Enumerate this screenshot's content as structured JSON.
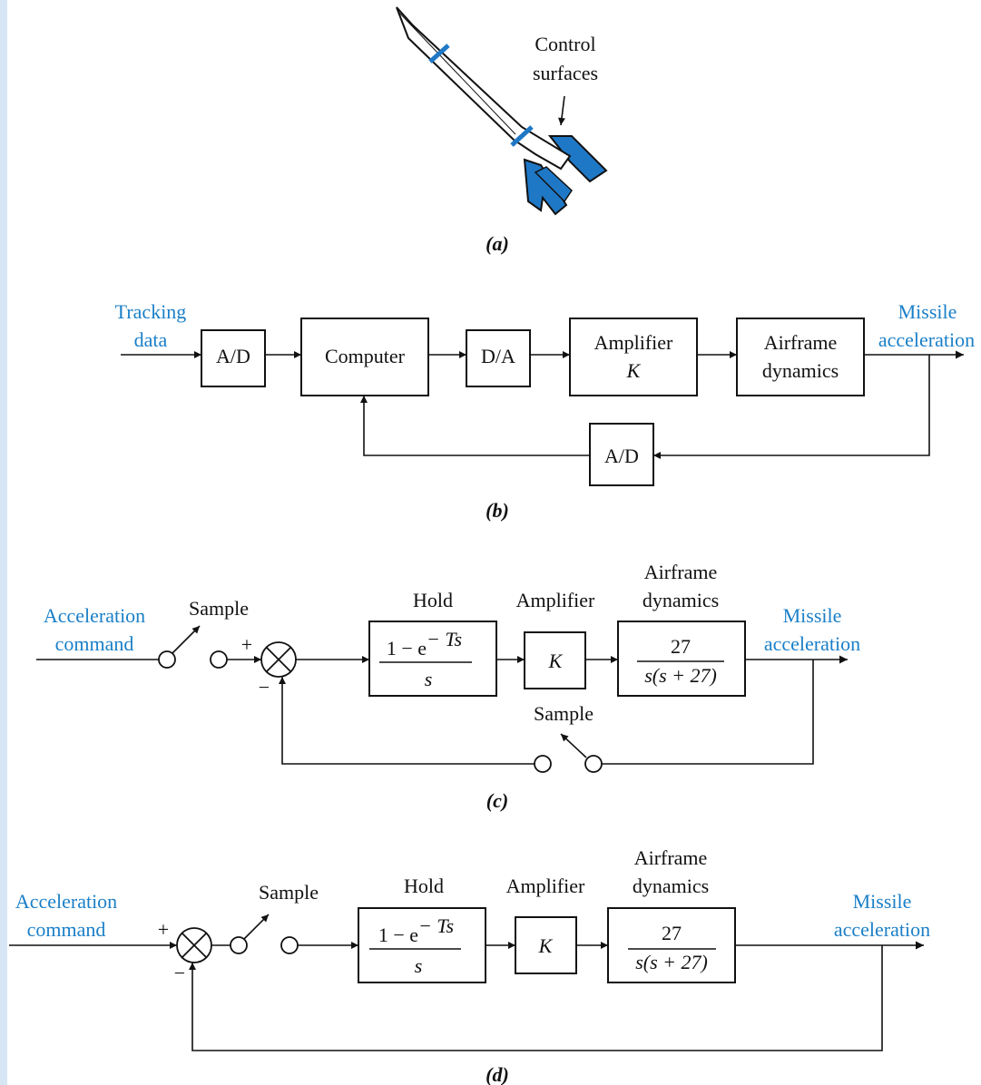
{
  "colors": {
    "accent": "#1a7fc8",
    "sidebar": "#d6e6f5",
    "ink": "#111111"
  },
  "a": {
    "label_line1": "Control",
    "label_line2": "surfaces",
    "caption": "(a)"
  },
  "b": {
    "input_line1": "Tracking",
    "input_line2": "data",
    "ad1": "A/D",
    "computer": "Computer",
    "da": "D/A",
    "amp_line1": "Amplifier",
    "amp_line2": "K",
    "airframe_line1": "Airframe",
    "airframe_line2": "dynamics",
    "output_line1": "Missile",
    "output_line2": "acceleration",
    "ad2": "A/D",
    "caption": "(b)"
  },
  "c": {
    "input_line1": "Acceleration",
    "input_line2": "command",
    "sample1": "Sample",
    "plus": "+",
    "minus": "−",
    "hold_title": "Hold",
    "hold_num": "1 − e",
    "hold_exp": "− Ts",
    "hold_den": "s",
    "amp_title": "Amplifier",
    "amp_gain": "K",
    "airframe_title1": "Airframe",
    "airframe_title2": "dynamics",
    "tf_num": "27",
    "tf_den": "s(s + 27)",
    "output_line1": "Missile",
    "output_line2": "acceleration",
    "sample2": "Sample",
    "caption": "(c)"
  },
  "d": {
    "input_line1": "Acceleration",
    "input_line2": "command",
    "plus": "+",
    "minus": "−",
    "sample": "Sample",
    "hold_title": "Hold",
    "hold_num": "1 − e",
    "hold_exp": "− Ts",
    "hold_den": "s",
    "amp_title": "Amplifier",
    "amp_gain": "K",
    "airframe_title1": "Airframe",
    "airframe_title2": "dynamics",
    "tf_num": "27",
    "tf_den": "s(s + 27)",
    "output_line1": "Missile",
    "output_line2": "acceleration",
    "caption": "(d)"
  }
}
